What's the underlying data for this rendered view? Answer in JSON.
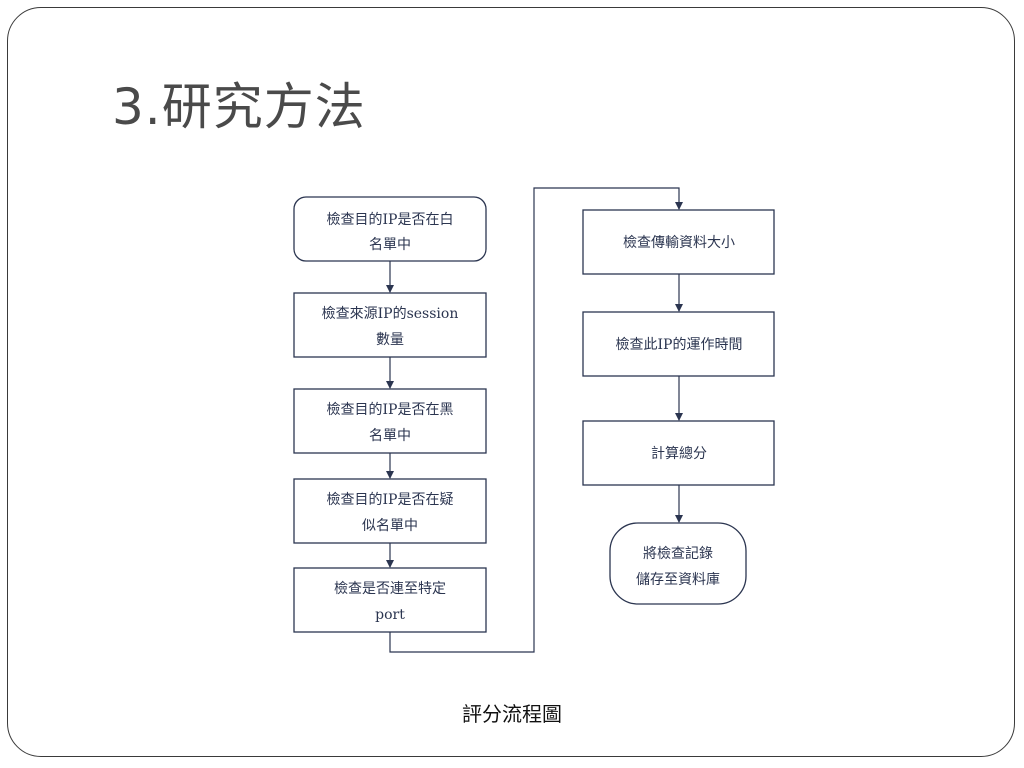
{
  "slide": {
    "title": "3.研究方法",
    "caption": "評分流程圖"
  },
  "flowchart": {
    "left_column": [
      {
        "line1": "檢查目的IP是否在白",
        "line2": "名單中",
        "shape": "rounded"
      },
      {
        "line1": "檢查來源IP的session",
        "line2": "數量",
        "shape": "rect"
      },
      {
        "line1": "檢查目的IP是否在黑",
        "line2": "名單中",
        "shape": "rect"
      },
      {
        "line1": "檢查目的IP是否在疑",
        "line2": "似名單中",
        "shape": "rect"
      },
      {
        "line1": "檢查是否連至特定",
        "line2": "port",
        "shape": "rect"
      }
    ],
    "right_column": [
      {
        "line1": "檢查傳輸資料大小",
        "line2": "",
        "shape": "rect"
      },
      {
        "line1": "檢查此IP的運作時間",
        "line2": "",
        "shape": "rect"
      },
      {
        "line1": "計算總分",
        "line2": "",
        "shape": "rect"
      },
      {
        "line1": "將檢查記錄",
        "line2": "儲存至資料庫",
        "shape": "terminal"
      }
    ]
  },
  "colors": {
    "box_stroke": "#2b3550",
    "text": "#2b3550",
    "frame": "#3a3a3a"
  }
}
